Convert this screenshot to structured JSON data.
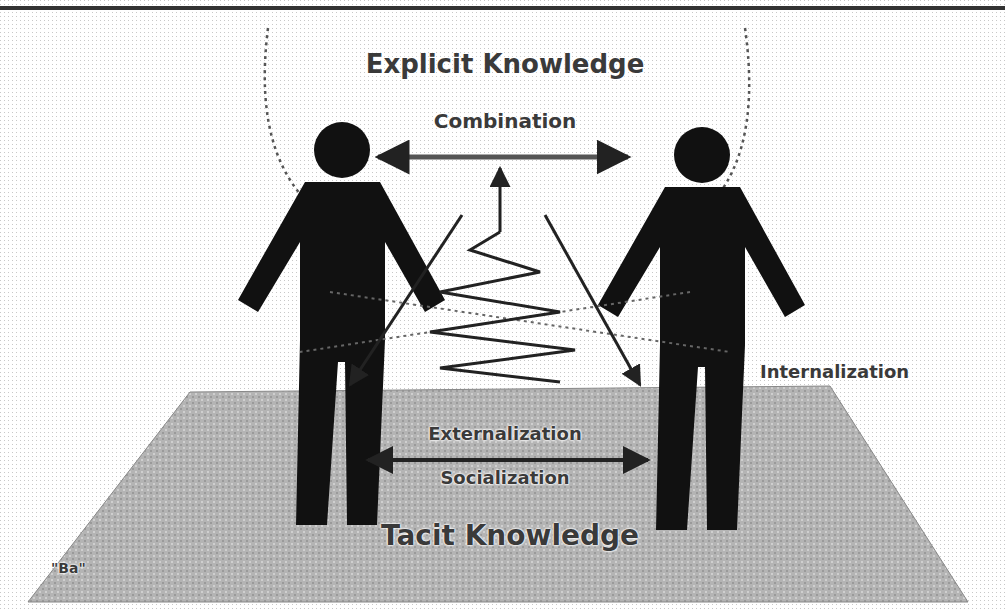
{
  "diagram": {
    "labels": [
      "Explicit Knowledge",
      "Combination",
      "Internalization",
      "Externalization",
      "Socialization",
      "Tacit Knowledge",
      "\"Ba\""
    ]
  }
}
